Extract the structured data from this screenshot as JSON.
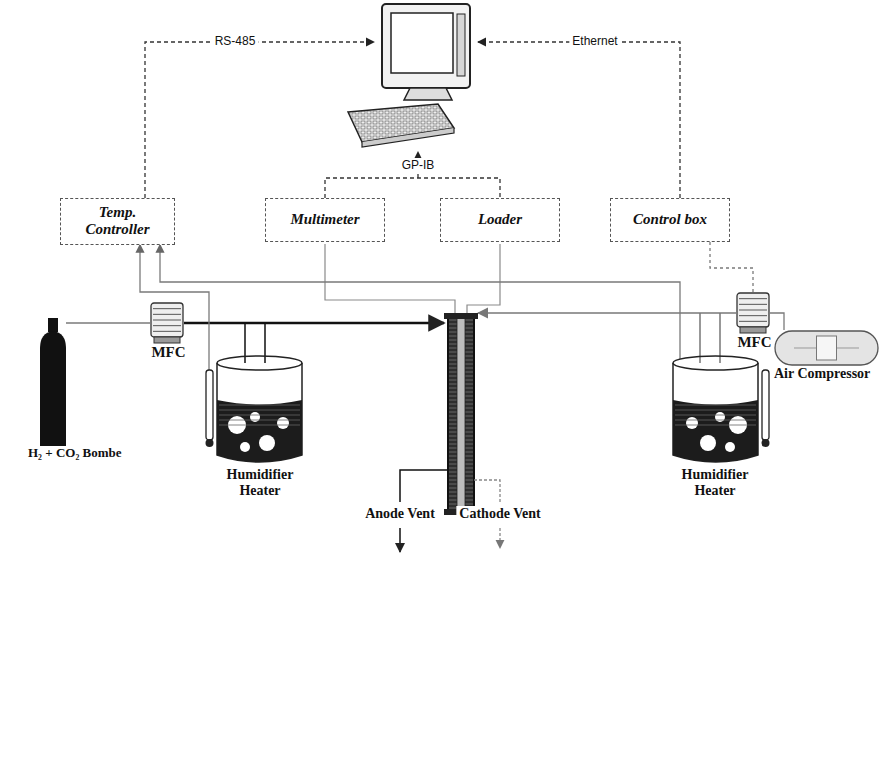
{
  "diagram": {
    "nodes": [
      {
        "text": [
          "Temp. Controller"
        ]
      },
      {
        "text": [
          "Multimeter"
        ]
      },
      {
        "text": [
          "Loader"
        ]
      },
      {
        "text": [
          "Control box"
        ]
      },
      {
        "text": [
          "H₂ + CO₂ Bombe"
        ]
      },
      {
        "text": [
          "MFC"
        ]
      },
      {
        "text": [
          "Humidifier Heater"
        ]
      },
      {
        "text": [
          "Humidifier Heater"
        ]
      },
      {
        "text": [
          "MFC"
        ]
      },
      {
        "text": [
          "Air Compressor"
        ]
      }
    ],
    "edges": [
      {
        "from": 4,
        "to": 5,
        "arrow": "none"
      },
      {
        "from": 9,
        "to": 8,
        "arrow": "none"
      },
      {
        "from": 6,
        "to": 0,
        "arrow": "to"
      },
      {
        "from": 7,
        "to": 0,
        "arrow": "to"
      },
      {
        "from": 3,
        "to": 8,
        "arrow": "none"
      }
    ],
    "labels": [
      "RS-485",
      "GP-IB",
      "Ethernet",
      "Anode Vent",
      "Cathode Vent"
    ]
  }
}
